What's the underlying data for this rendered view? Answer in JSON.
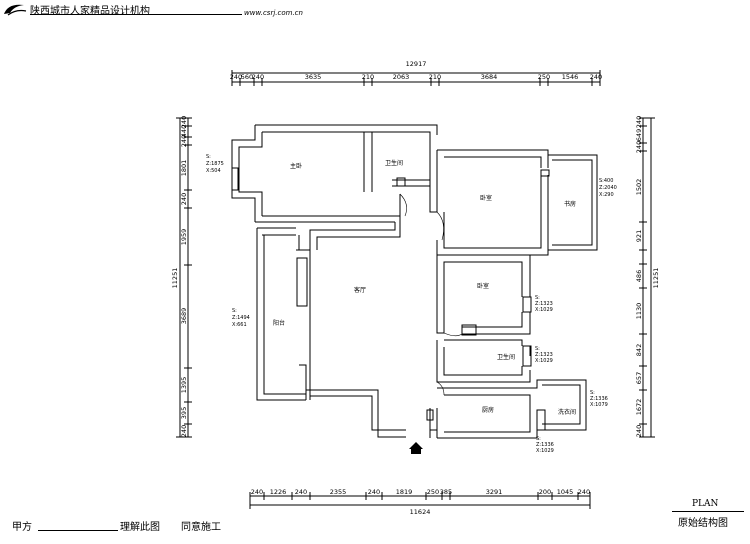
{
  "header": {
    "title": "陕西城市人家精品设计机构",
    "website": "www.csrj.com.cn"
  },
  "dims": {
    "top_total": "12917",
    "top_segments": [
      "240",
      "560",
      "240",
      "3635",
      "210",
      "2063",
      "210",
      "3684",
      "250",
      "1546",
      "240"
    ],
    "bottom_total": "11624",
    "bottom_segments": [
      "240",
      "1226",
      "240",
      "2355",
      "240",
      "1819",
      "250",
      "385",
      "3291",
      "200",
      "1045",
      "240"
    ],
    "left_total": "11251",
    "left_segments": [
      "240",
      "440",
      "240",
      "1801",
      "240",
      "1959",
      "3689",
      "1395",
      "395",
      "240"
    ],
    "right_total": "11251",
    "right_segments": [
      "240",
      "649",
      "240",
      "1502",
      "921",
      "486",
      "1130",
      "842",
      "657",
      "1672",
      "240"
    ]
  },
  "rooms": {
    "master_bedroom": "主卧",
    "bathroom_top": "卫生间",
    "bedroom_right_1": "卧室",
    "study": "书房",
    "bedroom_right_2": "卧室",
    "living_room": "客厅",
    "balcony": "阳台",
    "bathroom_mid": "卫生间",
    "kitchen": "厨房",
    "laundry": "洗衣间"
  },
  "windows": {
    "w1": [
      "S:",
      "Z:1875",
      "X:504"
    ],
    "w2": [
      "S:400",
      "Z:2040",
      "X:290"
    ],
    "w3": [
      "S:",
      "Z:1494",
      "X:661"
    ],
    "w4": [
      "S:",
      "Z:1323",
      "X:1029"
    ],
    "w5": [
      "S:",
      "Z:1323",
      "X:1029"
    ],
    "w6": [
      "S:",
      "Z:1336",
      "X:1079"
    ],
    "w7": [
      "S:",
      "Z:1336",
      "X:1029"
    ]
  },
  "footer": {
    "party_a": "甲方",
    "understood": "理解此图",
    "agree": "同意施工"
  },
  "plan_label": "PLAN",
  "plan_title": "原始结构图"
}
